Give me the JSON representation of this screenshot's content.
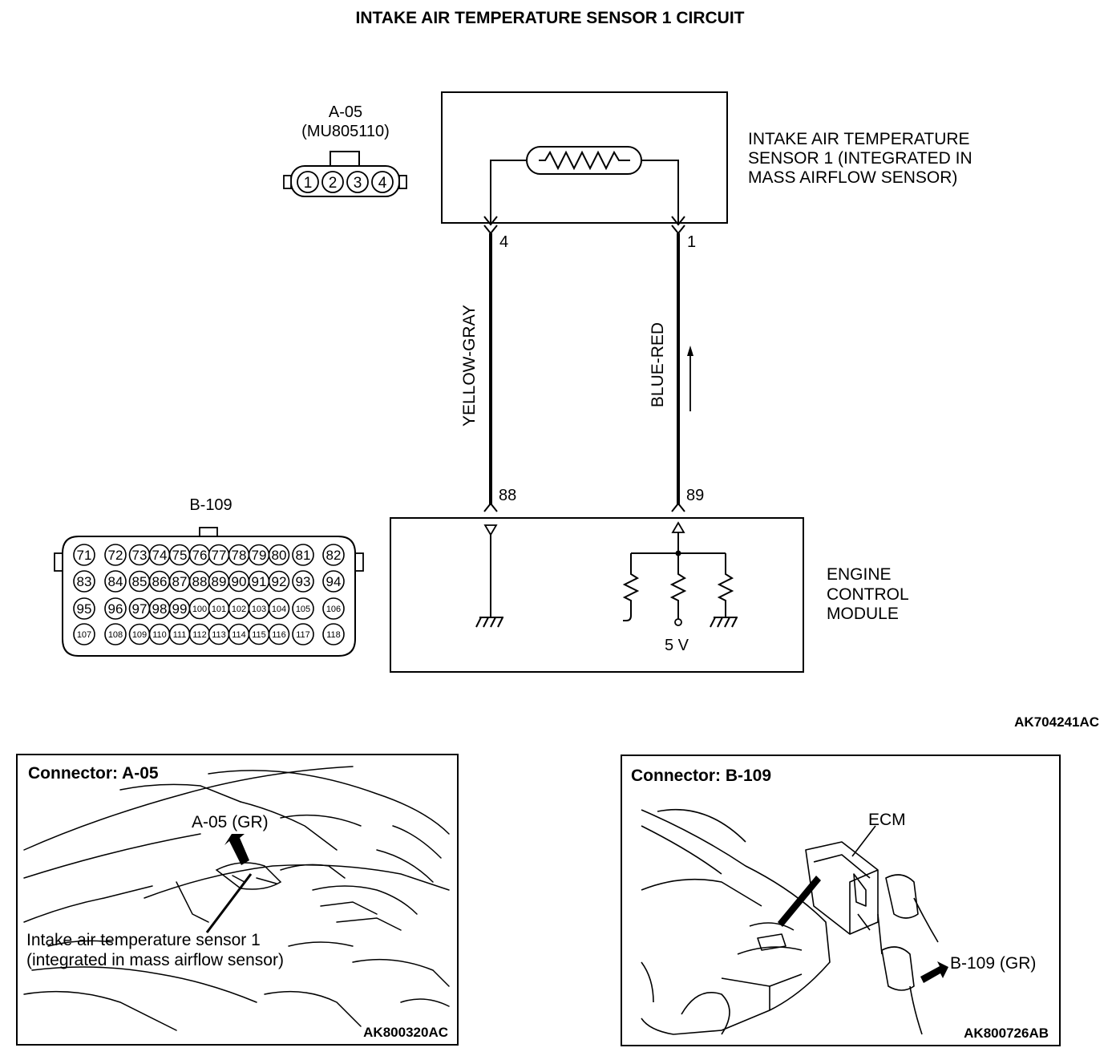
{
  "title": "INTAKE AIR TEMPERATURE SENSOR 1 CIRCUIT",
  "connector_a05": {
    "id": "A-05",
    "part_number": "(MU805110)",
    "pins": [
      "1",
      "2",
      "3",
      "4"
    ]
  },
  "sensor": {
    "label_lines": [
      "INTAKE AIR TEMPERATURE",
      "SENSOR 1 (INTEGRATED IN",
      "MASS AIRFLOW SENSOR)"
    ],
    "pin_left": "4",
    "pin_right": "1"
  },
  "wires": {
    "left_color": "YELLOW-GRAY",
    "right_color": "BLUE-RED"
  },
  "ecm": {
    "label_lines": [
      "ENGINE",
      "CONTROL",
      "MODULE"
    ],
    "pin_left": "88",
    "pin_right": "89",
    "supply": "5 V"
  },
  "connector_b109": {
    "id": "B-109",
    "rows": [
      [
        "71",
        "72",
        "73",
        "74",
        "75",
        "76",
        "77",
        "78",
        "79",
        "80",
        "81",
        "82"
      ],
      [
        "83",
        "84",
        "85",
        "86",
        "87",
        "88",
        "89",
        "90",
        "91",
        "92",
        "93",
        "94"
      ],
      [
        "95",
        "96",
        "97",
        "98",
        "99",
        "100",
        "101",
        "102",
        "103",
        "104",
        "105",
        "106"
      ],
      [
        "107",
        "108",
        "109",
        "110",
        "111",
        "112",
        "113",
        "114",
        "115",
        "116",
        "117",
        "118"
      ]
    ]
  },
  "figure_code": "AK704241AC",
  "panel_a05": {
    "title": "Connector: A-05",
    "callout": "A-05 (GR)",
    "caption_lines": [
      "Intake air temperature sensor 1",
      "(integrated in mass airflow sensor)"
    ],
    "code": "AK800320AC"
  },
  "panel_b109": {
    "title": "Connector: B-109",
    "ecm_label": "ECM",
    "callout": "B-109 (GR)",
    "code": "AK800726AB"
  }
}
